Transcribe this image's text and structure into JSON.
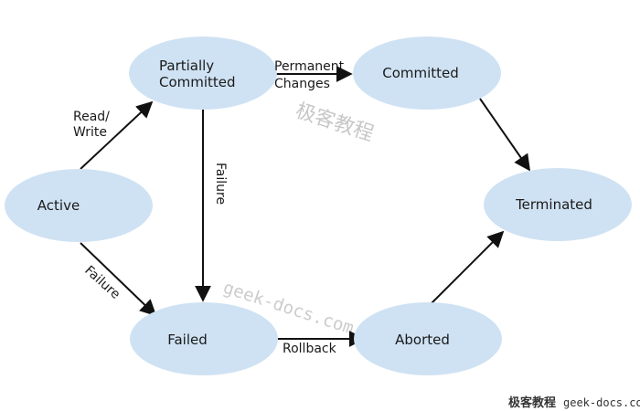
{
  "colors": {
    "node_fill": "#cfe2f3",
    "edge": "#111111",
    "text": "#1a1a1a"
  },
  "nodes": {
    "partially_committed": {
      "line1": "Partially",
      "line2": "Committed"
    },
    "committed": {
      "label": "Committed"
    },
    "active": {
      "label": "Active"
    },
    "terminated": {
      "label": "Terminated"
    },
    "failed": {
      "label": "Failed"
    },
    "aborted": {
      "label": "Aborted"
    }
  },
  "edges": {
    "read_write": {
      "line1": "Read/",
      "line2": "Write"
    },
    "permanent_changes": {
      "line1": "Permanent",
      "line2": "Changes"
    },
    "failure_vertical": {
      "label": "Failure"
    },
    "failure_diagonal": {
      "label": "Failure"
    },
    "rollback": {
      "label": "Rollback"
    }
  },
  "watermarks": {
    "chinese": "极客教程",
    "url": "geek-docs.com"
  },
  "footer": {
    "chinese": "极客教程",
    "url": "geek-docs.com"
  }
}
